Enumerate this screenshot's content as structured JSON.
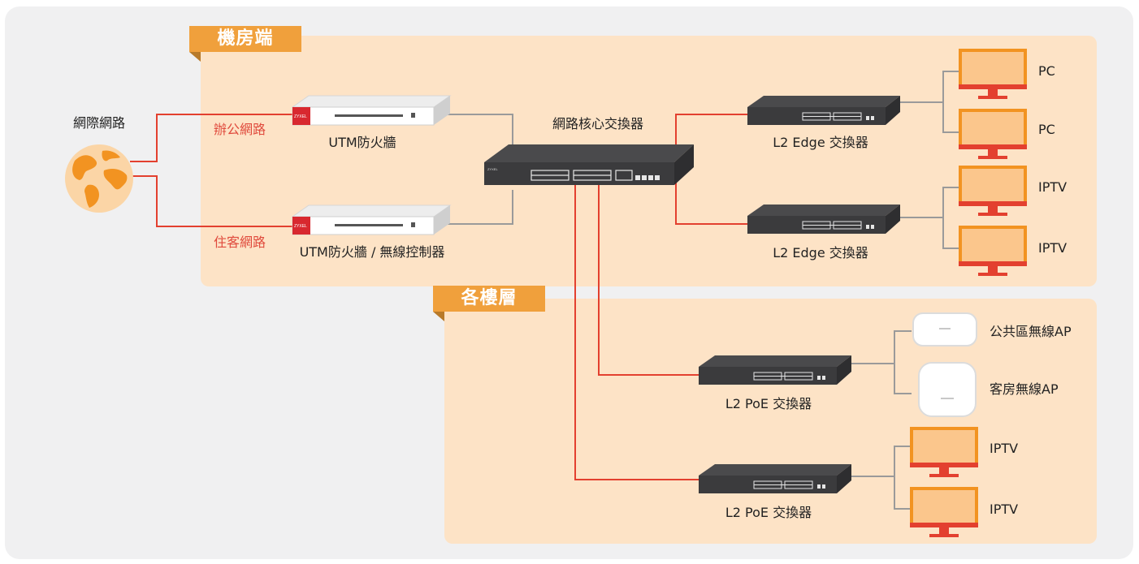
{
  "zones": {
    "datacenter": {
      "tag": "機房端"
    },
    "floors": {
      "tag": "各樓層"
    }
  },
  "internet": {
    "label": "網際網路",
    "icon": "globe-icon"
  },
  "links": {
    "office": "辦公網路",
    "guest": "住客網路"
  },
  "firewalls": [
    {
      "label": "UTM防火牆",
      "brand": "ZYXEL"
    },
    {
      "label": "UTM防火牆 / 無線控制器",
      "brand": "ZYXEL"
    }
  ],
  "core": {
    "label": "網路核心交換器",
    "brand": "ZYXEL"
  },
  "edge_switches": [
    {
      "label": "L2 Edge 交換器"
    },
    {
      "label": "L2 Edge 交換器"
    }
  ],
  "poe_switches": [
    {
      "label": "L2 PoE 交換器"
    },
    {
      "label": "L2 PoE 交換器"
    }
  ],
  "endpoints": {
    "pc1": "PC",
    "pc2": "PC",
    "iptv1": "IPTV",
    "iptv2": "IPTV",
    "ap_public": "公共區無線AP",
    "ap_room": "客房無線AP",
    "iptv3": "IPTV",
    "iptv4": "IPTV"
  },
  "colors": {
    "uplink": "#e3402f",
    "downlink": "#9a9a9a",
    "zone_bg": "#fde3c6",
    "tag": "#f0a03c",
    "monitor": "#f29321",
    "switch": "#3b3b3d"
  }
}
